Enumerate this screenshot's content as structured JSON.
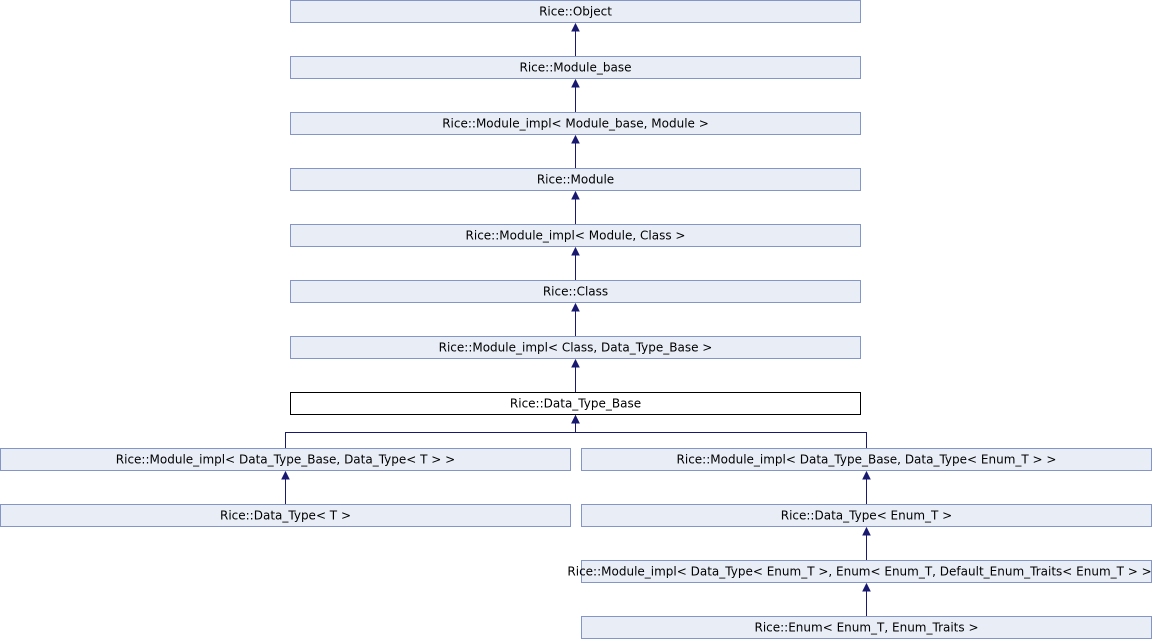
{
  "diagram": {
    "nodes": [
      {
        "id": "object",
        "label": "Rice::Object",
        "current": false
      },
      {
        "id": "module_base",
        "label": "Rice::Module_base",
        "current": false
      },
      {
        "id": "module_impl_module_base_module",
        "label": "Rice::Module_impl< Module_base, Module >",
        "current": false
      },
      {
        "id": "module",
        "label": "Rice::Module",
        "current": false
      },
      {
        "id": "module_impl_module_class",
        "label": "Rice::Module_impl< Module, Class >",
        "current": false
      },
      {
        "id": "class",
        "label": "Rice::Class",
        "current": false
      },
      {
        "id": "module_impl_class_dtb",
        "label": "Rice::Module_impl< Class, Data_Type_Base >",
        "current": false
      },
      {
        "id": "data_type_base",
        "label": "Rice::Data_Type_Base",
        "current": true
      },
      {
        "id": "module_impl_dtb_dt_t",
        "label": "Rice::Module_impl< Data_Type_Base, Data_Type< T > >",
        "current": false
      },
      {
        "id": "module_impl_dtb_dt_enum",
        "label": "Rice::Module_impl< Data_Type_Base, Data_Type< Enum_T > >",
        "current": false
      },
      {
        "id": "data_type_t",
        "label": "Rice::Data_Type< T >",
        "current": false
      },
      {
        "id": "data_type_enum",
        "label": "Rice::Data_Type< Enum_T >",
        "current": false
      },
      {
        "id": "module_impl_dt_enum_enum",
        "label": "Rice::Module_impl< Data_Type< Enum_T >, Enum< Enum_T, Default_Enum_Traits< Enum_T > > >",
        "current": false
      },
      {
        "id": "enum",
        "label": "Rice::Enum< Enum_T, Enum_Traits >",
        "current": false
      }
    ],
    "edges": [
      {
        "from": "module_base",
        "to": "object"
      },
      {
        "from": "module_impl_module_base_module",
        "to": "module_base"
      },
      {
        "from": "module",
        "to": "module_impl_module_base_module"
      },
      {
        "from": "module_impl_module_class",
        "to": "module"
      },
      {
        "from": "class",
        "to": "module_impl_module_class"
      },
      {
        "from": "module_impl_class_dtb",
        "to": "class"
      },
      {
        "from": "data_type_base",
        "to": "module_impl_class_dtb"
      },
      {
        "from": "module_impl_dtb_dt_t",
        "to": "data_type_base"
      },
      {
        "from": "module_impl_dtb_dt_enum",
        "to": "data_type_base"
      },
      {
        "from": "data_type_t",
        "to": "module_impl_dtb_dt_t"
      },
      {
        "from": "data_type_enum",
        "to": "module_impl_dtb_dt_enum"
      },
      {
        "from": "module_impl_dt_enum_enum",
        "to": "data_type_enum"
      },
      {
        "from": "enum",
        "to": "module_impl_dt_enum_enum"
      }
    ]
  }
}
